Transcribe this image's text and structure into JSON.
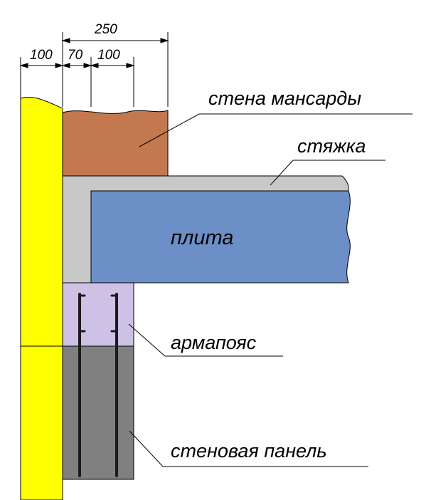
{
  "dimensions": {
    "total": "250",
    "insulation": "100",
    "gap": "70",
    "wall": "100"
  },
  "labels": {
    "attic_wall": "стена мансарды",
    "screed": "стяжка",
    "slab": "плита",
    "ring_beam": "армапояс",
    "wall_panel": "стеновая панель"
  },
  "colors": {
    "insulation": "#ffff00",
    "attic_wall": "#c4784f",
    "screed": "#c8c8c8",
    "slab": "#6b8fc6",
    "ring_beam": "#cdc1e6",
    "wall_panel": "#808080",
    "rebar": "#1a1a1a"
  }
}
